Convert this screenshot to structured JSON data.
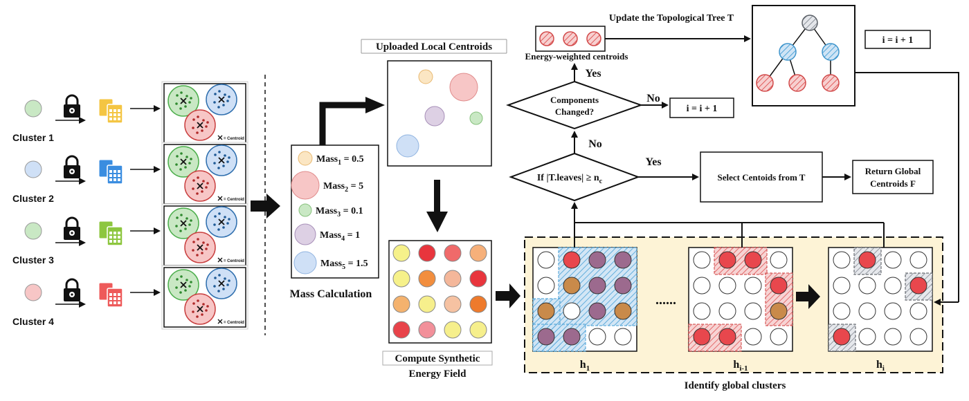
{
  "colors": {
    "green": "#c9e8c4",
    "blue": "#cfe0f6",
    "yellow": "#fbe6c3",
    "red": "#f7c6c6",
    "purple": "#ddd0e4",
    "energy_panel_bg": "#fdf3d6",
    "file_yellow": "#f4c542",
    "file_blue": "#3a8de0",
    "file_green": "#8dc63f",
    "file_red": "#ee5a5a"
  },
  "clients": [
    {
      "label": "Cluster 1",
      "dot_color": "green",
      "file_color": "file_yellow"
    },
    {
      "label": "Cluster 2",
      "dot_color": "blue",
      "file_color": "file_blue"
    },
    {
      "label": "Cluster 3",
      "dot_color": "green",
      "file_color": "file_green"
    },
    {
      "label": "Cluster 4",
      "dot_color": "red",
      "file_color": "file_red"
    }
  ],
  "centroid_legend": "= Centroid",
  "icons": {
    "lock": "lock-icon",
    "files": "data-files-icon",
    "arrow": "arrow-right-icon"
  },
  "mass": {
    "title": "Mass Calculation",
    "items": [
      {
        "sub": "1",
        "value": "= 0.5",
        "color": "yellow"
      },
      {
        "sub": "2",
        "value": "= 5",
        "color": "red"
      },
      {
        "sub": "3",
        "value": "= 0.1",
        "color": "green"
      },
      {
        "sub": "4",
        "value": "= 1",
        "color": "purple"
      },
      {
        "sub": "5",
        "value": "= 1.5",
        "color": "blue"
      }
    ],
    "prefix": "Mass"
  },
  "uploaded": {
    "title": "Uploaded Local Centroids"
  },
  "energy": {
    "title_line1": "Compute Synthetic",
    "title_line2": "Energy Field"
  },
  "energy_grid": [
    [
      "#f6f18a",
      "#e8353d",
      "#f06a6a",
      "#f6b07a"
    ],
    [
      "#f6f18a",
      "#f28e3e",
      "#f4b79a",
      "#e8353d"
    ],
    [
      "#f4b26e",
      "#f6ef8c",
      "#f6c2a2",
      "#ee7a2c"
    ],
    [
      "#e8434a",
      "#f2909a",
      "#f6ef8c",
      "#f6ef8c"
    ]
  ],
  "flow": {
    "energy_weighted": "Energy-weighted centroids",
    "update_tree": "Update the Topological Tree T",
    "inc_top": "i = i + 1",
    "inc_mid": "i = i + 1",
    "components_line1": "Components",
    "components_line2": "Changed?",
    "yes1": "Yes",
    "no1": "No",
    "no2": "No",
    "yes2": "Yes",
    "leaves_prefix": "If |T.leaves| ≥ n",
    "leaves_sub": "c",
    "select": "Select Centoids from T",
    "return_line1": "Return Global",
    "return_line2": "Centroids F"
  },
  "identify": {
    "title": "Identify global clusters",
    "dots": "......",
    "panels": [
      {
        "label": "h",
        "sub": "1"
      },
      {
        "label": "h",
        "sub": "i-1"
      },
      {
        "label": "h",
        "sub": "i"
      }
    ]
  }
}
